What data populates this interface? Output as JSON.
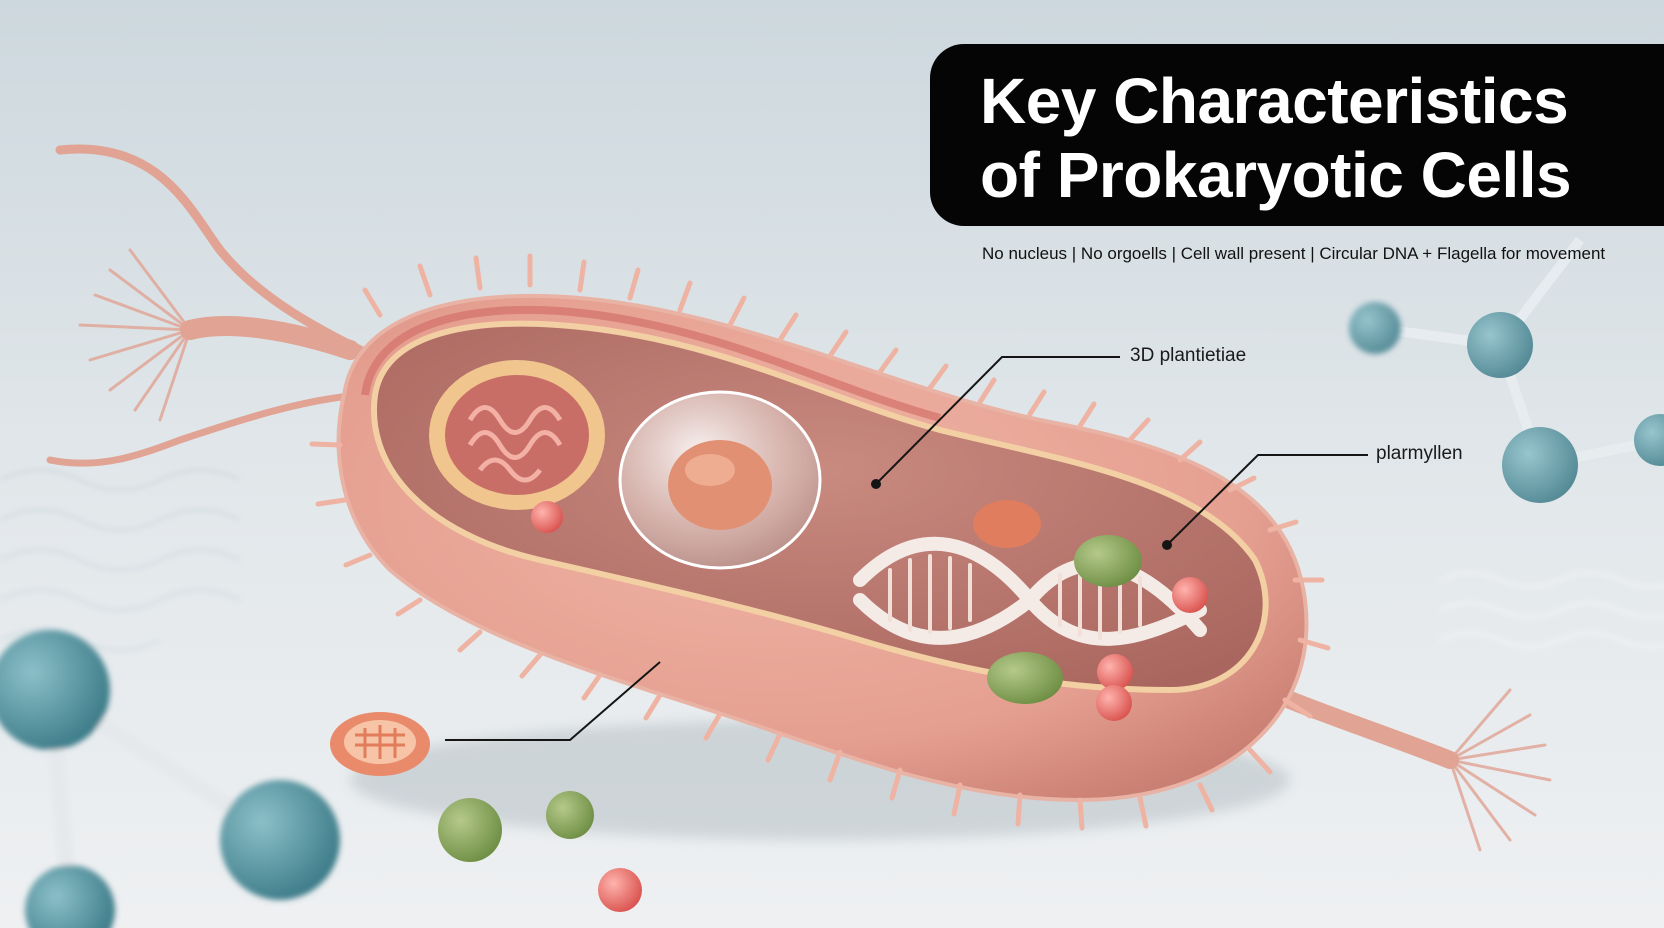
{
  "title": {
    "line1": "Key Characteristics",
    "line2": "of Prokaryotic Cells"
  },
  "subtitle": "No nucleus | No orgoells | Cell wall present | Circular DNA + Flagella for movement",
  "callouts": [
    {
      "id": "callout-1",
      "text": "3D plantietiae"
    },
    {
      "id": "callout-2",
      "text": "plarmyllen"
    },
    {
      "id": "callout-3",
      "text": ""
    }
  ],
  "colors": {
    "background": "#dfe6ea",
    "membrane": "#d98c7e",
    "cytoplasm": "#c9837a",
    "title_bg": "#050505",
    "molecule": "#4f8f9c"
  }
}
